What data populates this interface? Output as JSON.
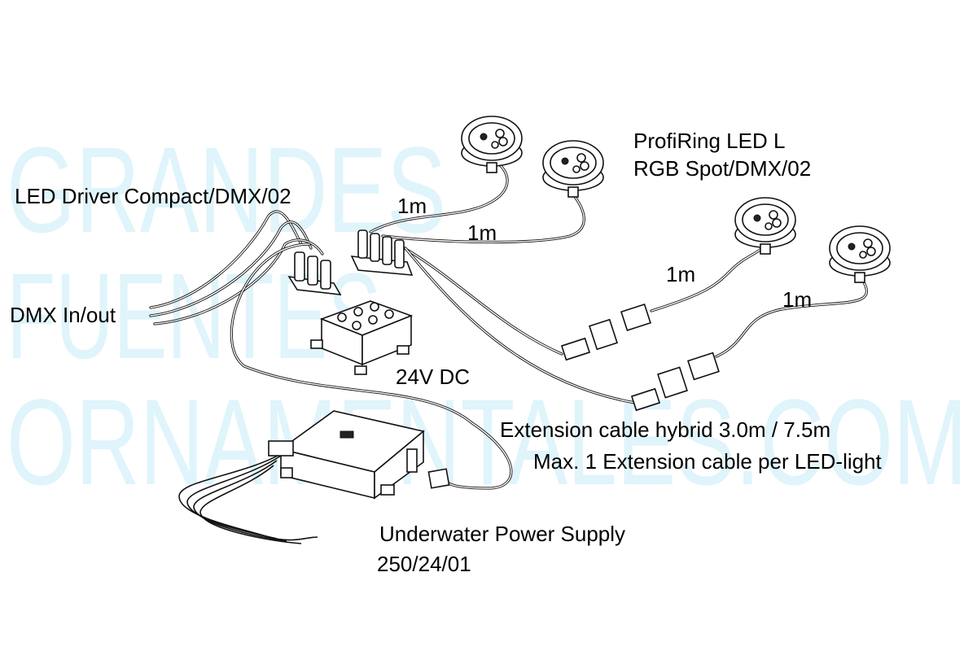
{
  "watermark": {
    "line1": "GRANDES",
    "line2": "FUENTES",
    "line3": "ORNAMENTALES.COM"
  },
  "labels": {
    "led_driver": "LED Driver Compact/DMX/02",
    "dmx_inout": "DMX In/out",
    "profiring_line1": "ProfiRing LED L",
    "profiring_line2": "RGB Spot/DMX/02",
    "power_24v": "24V DC",
    "extension_line1": "Extension cable hybrid 3.0m / 7.5m",
    "extension_line2": "Max. 1 Extension cable per LED-light",
    "psu_line1": "Underwater Power Supply",
    "psu_line2": "250/24/01"
  },
  "cable_lengths": [
    "1m",
    "1m",
    "1m",
    "1m"
  ]
}
